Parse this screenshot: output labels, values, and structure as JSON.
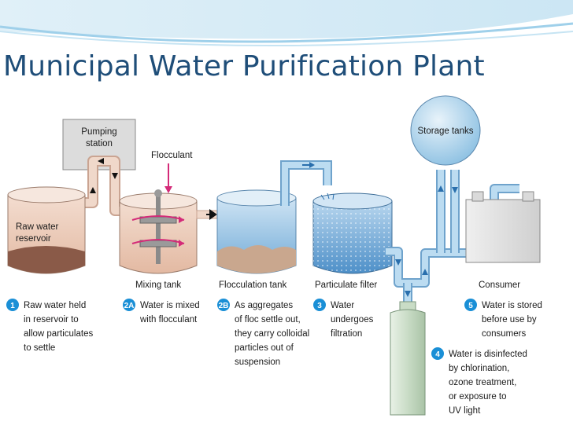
{
  "title": "Municipal Water Purification Plant",
  "labels": {
    "pumping_station": [
      "Pumping",
      "station"
    ],
    "flocculant": "Flocculant",
    "raw_water_reservoir": [
      "Raw water",
      "reservoir"
    ],
    "storage_tanks": "Storage tanks",
    "mixing_tank": "Mixing tank",
    "flocculation_tank": "Flocculation tank",
    "particulate_filter": "Particulate filter",
    "consumer": "Consumer"
  },
  "steps": [
    {
      "badge": "1",
      "lines": [
        "Raw water held",
        "in reservoir to",
        "allow particulates",
        "to settle"
      ]
    },
    {
      "badge": "2A",
      "lines": [
        "Water is mixed",
        "with flocculant"
      ]
    },
    {
      "badge": "2B",
      "lines": [
        "As aggregates",
        "of floc settle out,",
        "they carry colloidal",
        "particles out of",
        "suspension"
      ]
    },
    {
      "badge": "3",
      "lines": [
        "Water",
        "undergoes",
        "filtration"
      ]
    },
    {
      "badge": "4",
      "lines": [
        "Water is disinfected",
        "by chlorination,",
        "ozone treatment,",
        "or exposure to",
        "UV light"
      ]
    },
    {
      "badge": "5",
      "lines": [
        "Water is stored",
        "before use by",
        "consumers"
      ]
    }
  ],
  "colors": {
    "title": "#1f4e79",
    "badge": "#1a8fd6",
    "water": "#7fb7e0",
    "pipe": "#9ccbe9",
    "flocculant_arrow": "#e0318f"
  }
}
